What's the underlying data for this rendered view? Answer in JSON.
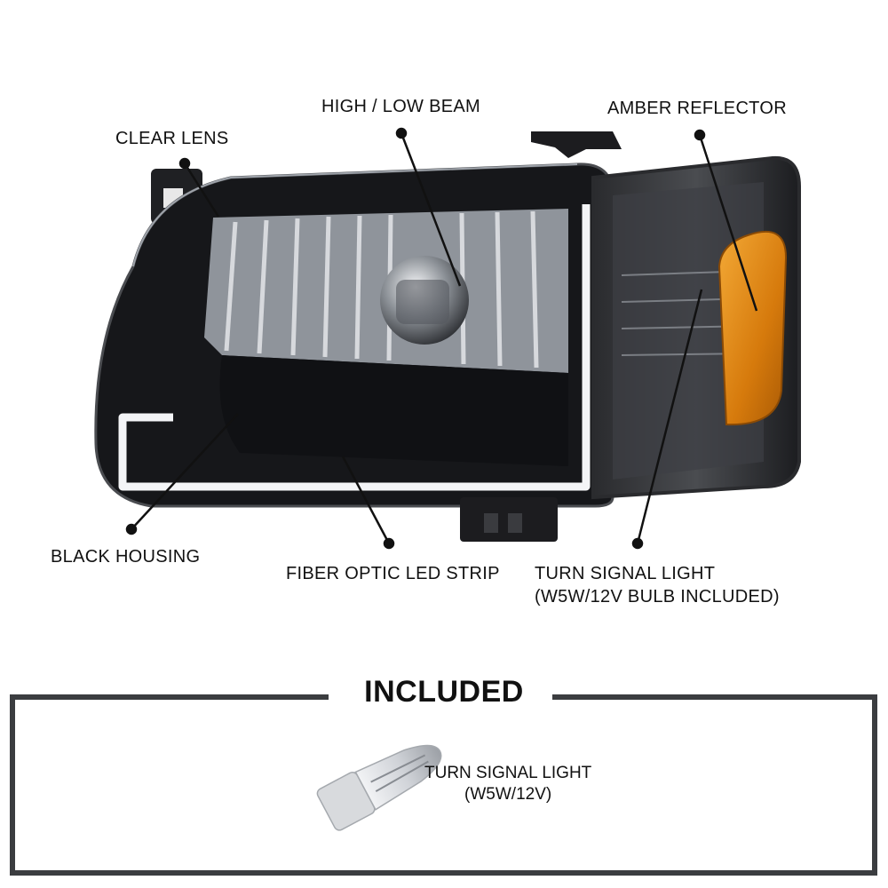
{
  "callouts": {
    "clear_lens": "CLEAR LENS",
    "high_low_beam": "HIGH / LOW BEAM",
    "amber_reflector": "AMBER REFLECTOR",
    "black_housing": "BLACK HOUSING",
    "fiber_optic_led_strip": "FIBER OPTIC LED STRIP",
    "turn_signal_light_line1": "TURN SIGNAL LIGHT",
    "turn_signal_light_line2": "(W5W/12V BULB INCLUDED)"
  },
  "included": {
    "title": "INCLUDED",
    "bulb_label_line1": "TURN SIGNAL LIGHT",
    "bulb_label_line2": "(W5W/12V)"
  },
  "colors": {
    "housing": "#1a1a1c",
    "amber": "#d9820f",
    "chrome": "#c9ccd1",
    "frame": "#3b3d40"
  }
}
